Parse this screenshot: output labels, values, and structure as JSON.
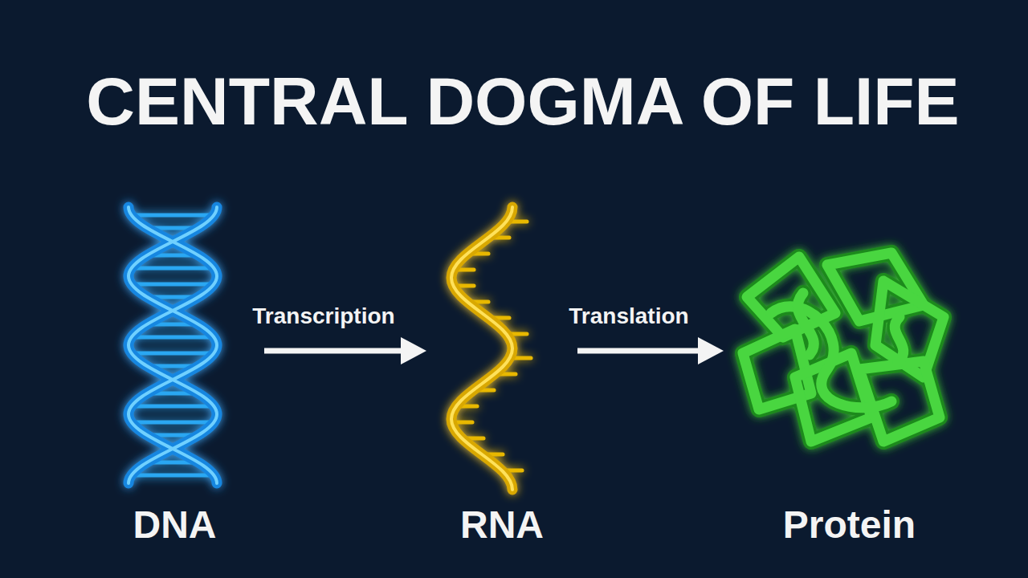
{
  "diagram": {
    "title": "CENTRAL DOGMA OF LIFE",
    "nodes": [
      {
        "text": [
          "DNA"
        ]
      },
      {
        "text": [
          "RNA"
        ]
      },
      {
        "text": [
          "Protein"
        ]
      }
    ],
    "edges": [
      {
        "from": 0,
        "to": 1,
        "label": "Transcription",
        "arrow": "to"
      },
      {
        "from": 1,
        "to": 2,
        "label": "Translation",
        "arrow": "to"
      }
    ]
  }
}
